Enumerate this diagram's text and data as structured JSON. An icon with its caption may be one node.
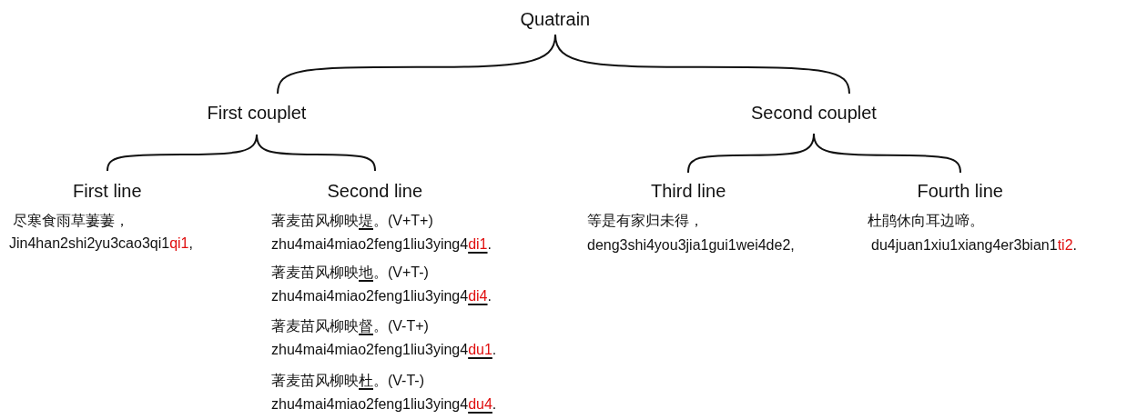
{
  "diagram": {
    "nodes": [
      {
        "text": [
          "Quatrain"
        ]
      },
      {
        "text": [
          "First couplet"
        ]
      },
      {
        "text": [
          "Second couplet"
        ]
      },
      {
        "text": [
          "First line",
          "尽寒食雨草萋萋，",
          "Jin4han2shi2yu3cao3qi1",
          "qi1",
          ","
        ]
      },
      {
        "text": [
          "Second line",
          "著麦苗风柳映",
          "堤",
          "。(V+T+)",
          "zhu4mai4miao2feng1liu3ying4",
          "di1",
          ".",
          "著麦苗风柳映",
          "地",
          "。(V+T-)",
          "zhu4mai4miao2feng1liu3ying4",
          "di4",
          ".",
          "著麦苗风柳映",
          "督",
          "。(V-T+)",
          "zhu4mai4miao2feng1liu3ying4",
          "du1",
          ".",
          "著麦苗风柳映",
          "杜",
          "。(V-T-)",
          "zhu4mai4miao2feng1liu3ying4",
          "du4",
          "."
        ]
      },
      {
        "text": [
          "Third line",
          "等是有家归未得，",
          "deng3shi4you3jia1gui1wei4de2,"
        ]
      },
      {
        "text": [
          "Fourth line",
          "杜鹃休向耳边啼。",
          "du4juan1xiu1xiang4er3bian1",
          "ti2",
          "."
        ]
      }
    ],
    "edges": [
      {
        "from": 0,
        "to": 1,
        "arrow": "none"
      },
      {
        "from": 0,
        "to": 2,
        "arrow": "none"
      },
      {
        "from": 1,
        "to": 3,
        "arrow": "none"
      },
      {
        "from": 1,
        "to": 4,
        "arrow": "none"
      },
      {
        "from": 2,
        "to": 5,
        "arrow": "none"
      },
      {
        "from": 2,
        "to": 6,
        "arrow": "none"
      }
    ]
  }
}
